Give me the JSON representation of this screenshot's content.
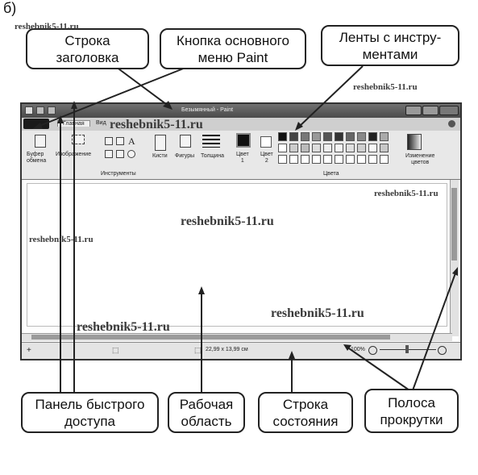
{
  "figure_label": "б)",
  "watermark": "reshebnik5-11.ru",
  "callouts": {
    "title_bar": "Строка\nзаголовка",
    "paint_menu_button": "Кнопка основного\nменю Paint",
    "ribbons": "Ленты с инстру-\nментами",
    "quick_access": "Панель быстрого\nдоступа",
    "work_area": "Рабочая\nобласть",
    "status_bar": "Строка\nсостояния",
    "scrollbars": "Полоса\nпрокрутки"
  },
  "paint": {
    "window_title": "Безымянный - Paint",
    "tabs": [
      "Главная",
      "Вид"
    ],
    "groups": {
      "clipboard": "Буфер\nобмена",
      "image": "Изображение",
      "tools": "Инструменты",
      "brushes": "Кисти",
      "shapes": "Фигуры",
      "size": "Толщина",
      "color1": "Цвет\n1",
      "color2": "Цвет\n2",
      "colors": "Цвета",
      "edit_colors": "Изменение\nцветов"
    },
    "status": {
      "dimensions": "22,99 x 13,99 см",
      "zoom": "100%"
    }
  },
  "colors": {
    "line": "#222222",
    "titlebar": "#555555",
    "ribbon": "#e8e8e8"
  }
}
